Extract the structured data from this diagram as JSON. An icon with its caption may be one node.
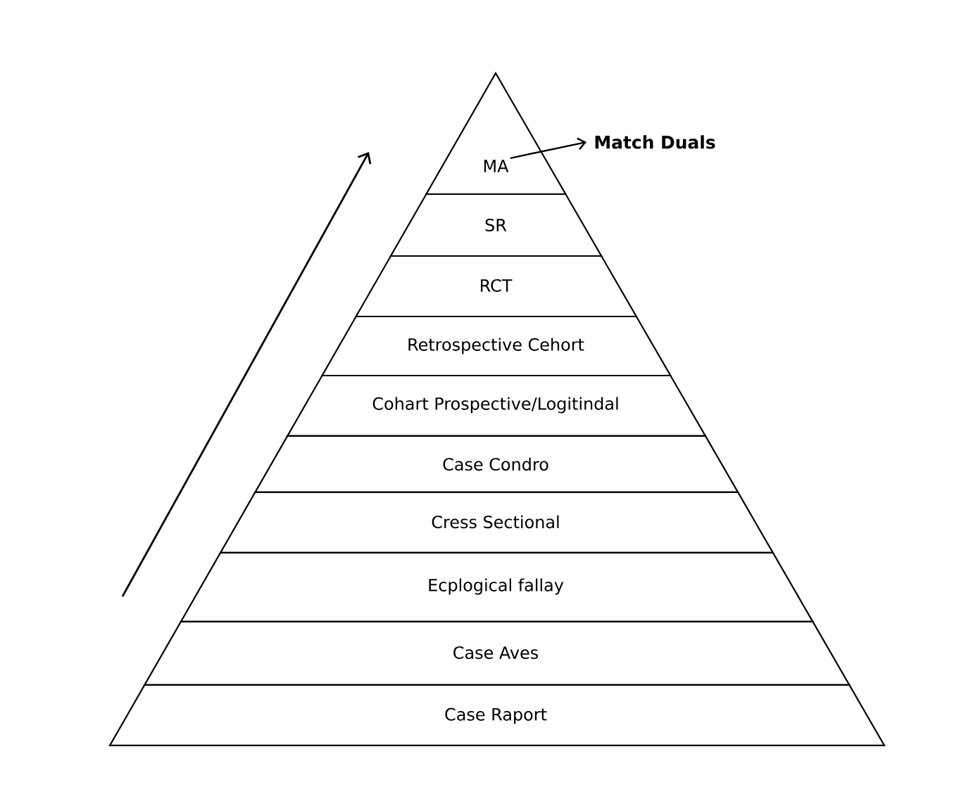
{
  "diagram": {
    "nodes": [
      {
        "text": [
          "MA"
        ]
      },
      {
        "text": [
          "SR"
        ]
      },
      {
        "text": [
          "RCT"
        ]
      },
      {
        "text": [
          "Retrospective Cehort"
        ]
      },
      {
        "text": [
          "Cohart Prospective/Logitindal"
        ]
      },
      {
        "text": [
          "Case Condro"
        ]
      },
      {
        "text": [
          "Cress Sectional"
        ]
      },
      {
        "text": [
          "Ecplogical fallay"
        ]
      },
      {
        "text": [
          "Case Aves"
        ]
      },
      {
        "text": [
          "Case Raport"
        ]
      },
      {
        "text": [
          "Match Duals"
        ]
      }
    ],
    "edges": [
      {
        "from": 0,
        "to": 10,
        "arrow": "to"
      }
    ]
  }
}
